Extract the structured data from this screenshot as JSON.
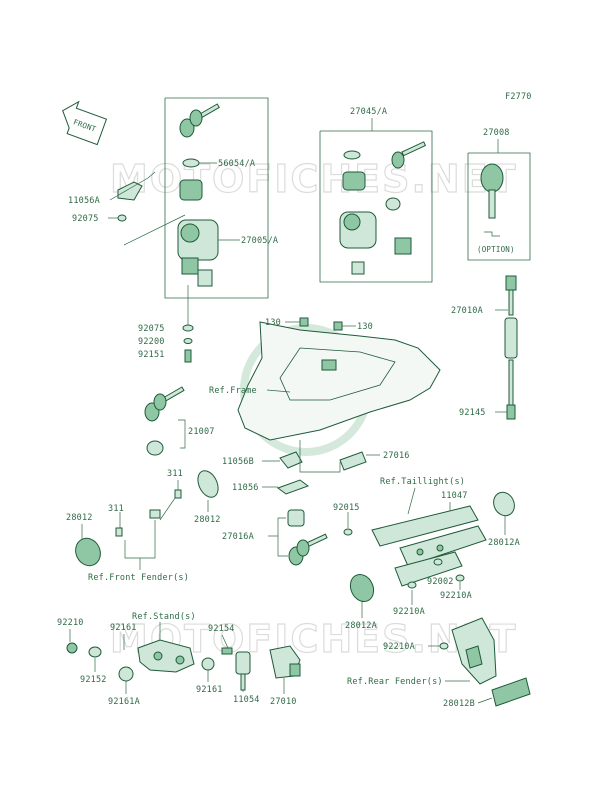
{
  "diagram_code": "F2770",
  "front_label": "FRONT",
  "watermark": "MOTOFICHES.NET",
  "option_label": "(OPTION)",
  "colors": {
    "ink": "#2f6b46",
    "part_fill": "#cfe7d8",
    "part_shade": "#8fc6a4",
    "watermark": "#dcdcdc"
  },
  "labels": {
    "p56054A": "56054/A",
    "p11056A": "11056A",
    "p92075a": "92075",
    "p27005A": "27005/A",
    "p27045A": "27045/A",
    "p27008": "27008",
    "p27010A": "27010A",
    "p92075b": "92075",
    "p92200": "92200",
    "p92151": "92151",
    "p130a": "130",
    "p130b": "130",
    "ref_frame": "Ref.Frame",
    "p92145": "92145",
    "p21007": "21007",
    "p11056B": "11056B",
    "p27016": "27016",
    "p11056": "11056",
    "p311a": "311",
    "ref_taillight": "Ref.Taillight(s)",
    "p11047": "11047",
    "p92015": "92015",
    "p28012a": "28012",
    "p311b": "311",
    "p28012b": "28012",
    "p28012A_r": "28012A",
    "p27016A": "27016A",
    "ref_front_fender": "Ref.Front Fender(s)",
    "p92002": "92002",
    "p92210A_a": "92210A",
    "p92210A_b": "92210A",
    "p28012A_c": "28012A",
    "p92210": "92210",
    "p92161a": "92161",
    "ref_stand": "Ref.Stand(s)",
    "p92154": "92154",
    "p92152": "92152",
    "p92210A_c": "92210A",
    "p92161b": "92161",
    "p11054": "11054",
    "p27010": "27010",
    "ref_rear_fender": "Ref.Rear Fender(s)",
    "p92161A": "92161A",
    "p28012B": "28012B"
  }
}
